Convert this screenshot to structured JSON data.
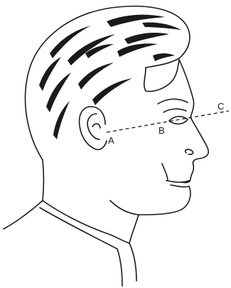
{
  "diagram": {
    "points": [
      {
        "id": "A",
        "label": "A"
      },
      {
        "id": "B",
        "label": "B"
      },
      {
        "id": "C",
        "label": "C"
      }
    ],
    "colors": {
      "line": "#1a1a1a",
      "background": "#ffffff"
    }
  }
}
